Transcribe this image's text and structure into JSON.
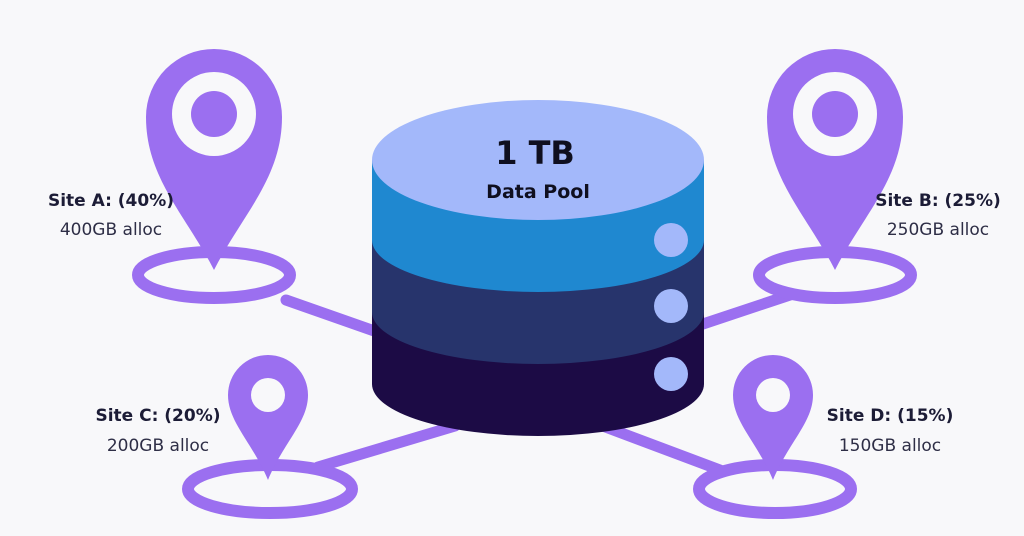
{
  "pool": {
    "size": "1 TB",
    "name": "Data Pool"
  },
  "sites": [
    {
      "label": "Site A: (40%)",
      "allocation": "400GB alloc",
      "share_percent": 40
    },
    {
      "label": "Site B: (25%)",
      "allocation": "250GB alloc",
      "share_percent": 25
    },
    {
      "label": "Site C: (20%)",
      "allocation": "200GB alloc",
      "share_percent": 20
    },
    {
      "label": "Site D: (15%)",
      "allocation": "150GB alloc",
      "share_percent": 15
    }
  ],
  "colors": {
    "pin": "#9b6ff0",
    "pin_dot": "#9b6ff0",
    "connector": "#9b6ff0",
    "cylinder_top": "#a3b8fa",
    "cylinder_layer_1": "#1f88d0",
    "cylinder_layer_2": "#27346c",
    "cylinder_layer_3": "#1c0b45",
    "indicator_dot": "#a3b8fa",
    "background": "#f8f8fa"
  },
  "icons": {
    "pin": "map-pin-icon",
    "storage": "database-cylinder-icon"
  }
}
